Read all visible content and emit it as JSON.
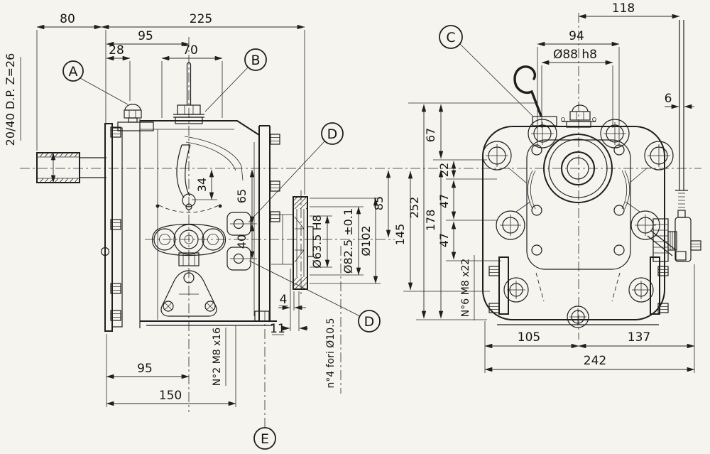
{
  "meta": {
    "type": "technical drawing – gearbox, two orthographic views",
    "paper_color": "#f5f4ef",
    "ink_color": "#1f1f1f"
  },
  "callouts": {
    "a": "A",
    "b": "B",
    "c": "C",
    "d": "D",
    "e": "E"
  },
  "left_view": {
    "spline_note": "20/40 D.P. Z=26",
    "top": {
      "d80": "80",
      "d225": "225",
      "d95": "95",
      "d28": "28",
      "d70": "70"
    },
    "side": {
      "d34": "34",
      "d65": "65",
      "d40": "40",
      "d85": "85"
    },
    "flange": {
      "bore": "Ø63.5 H8",
      "bolt_circle": "Ø82.5 ±0.1",
      "outer": "Ø102",
      "gap": "4",
      "depth": "11",
      "holes": "n°4 fori Ø10.5"
    },
    "bottom": {
      "d95": "95",
      "d150": "150",
      "tapped": "N°2 M8 x16"
    }
  },
  "right_view": {
    "top": {
      "d118": "118",
      "d94": "94",
      "spigot": "Ø88 h8",
      "rod": "6"
    },
    "left": {
      "d67": "67",
      "d22": "22",
      "d47a": "47",
      "d47b": "47",
      "d252": "252",
      "d178": "178",
      "d145": "145",
      "bolts": "N°6 M8 x22"
    },
    "bottom": {
      "d105": "105",
      "d137": "137",
      "d242": "242"
    }
  }
}
